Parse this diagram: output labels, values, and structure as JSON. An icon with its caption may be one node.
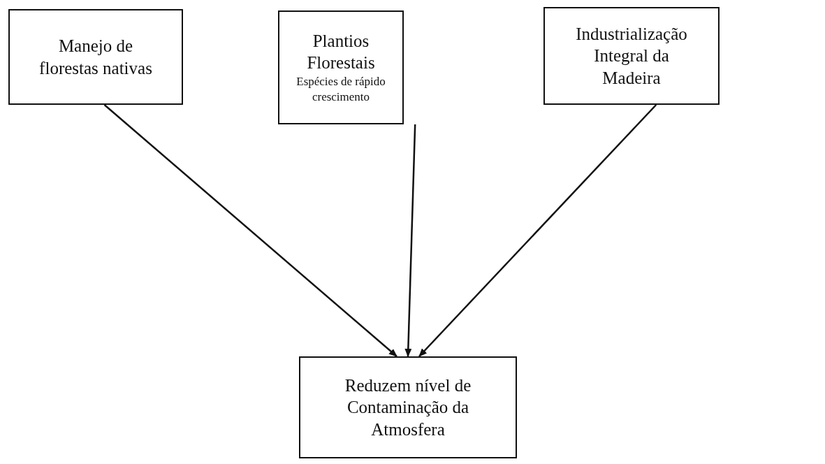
{
  "diagram": {
    "nodes": [
      {
        "text": [
          "Manejo de florestas nativas"
        ]
      },
      {
        "text": [
          "Plantios Florestais",
          "Espécies de rápido crescimento"
        ]
      },
      {
        "text": [
          "Industrialização Integral da Madeira"
        ]
      },
      {
        "text": [
          "Reduzem nível de Contaminação da Atmosfera"
        ]
      }
    ],
    "edges": [
      {
        "from": 0,
        "to": 3,
        "arrow": "to"
      },
      {
        "from": 1,
        "to": 3,
        "arrow": "to"
      },
      {
        "from": 2,
        "to": 3,
        "arrow": "to"
      }
    ]
  }
}
